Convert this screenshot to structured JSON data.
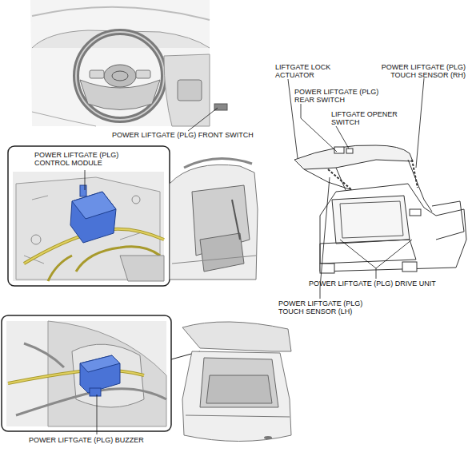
{
  "diagram": {
    "labels": [
      "POWER LIFTGATE (PLG) FRONT SWITCH",
      "POWER LIFTGATE (PLG) CONTROL MODULE",
      "POWER LIFTGATE (PLG) BUZZER",
      "LIFTGATE LOCK ACTUATOR",
      "POWER LIFTGATE (PLG) REAR SWITCH",
      "LIFTGATE OPENER SWITCH",
      "POWER LIFTGATE (PLG) TOUCH SENSOR (RH)",
      "POWER LIFTGATE (PLG) DRIVE UNIT",
      "POWER LIFTGATE (PLG) TOUCH SENSOR (LH)"
    ]
  }
}
